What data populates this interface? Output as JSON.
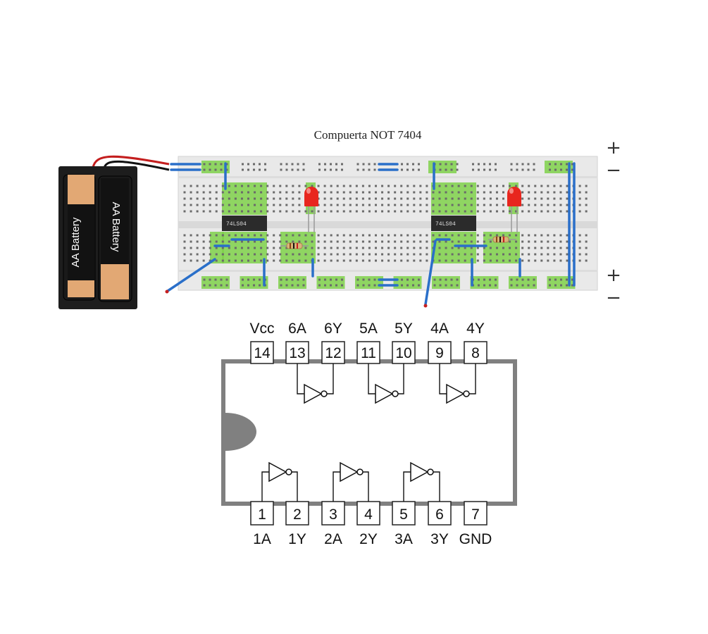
{
  "title": "Compuerta NOT 7404",
  "rails": {
    "plus": "+",
    "minus": "−"
  },
  "chips": [
    "74LS04",
    "74LS04"
  ],
  "batteries": [
    "AA Battery",
    "AA Battery"
  ],
  "pinout": {
    "top": [
      {
        "num": "14",
        "name": "Vcc"
      },
      {
        "num": "13",
        "name": "6A"
      },
      {
        "num": "12",
        "name": "6Y"
      },
      {
        "num": "11",
        "name": "5A"
      },
      {
        "num": "10",
        "name": "5Y"
      },
      {
        "num": "9",
        "name": "4A"
      },
      {
        "num": "8",
        "name": "4Y"
      }
    ],
    "bottom": [
      {
        "num": "1",
        "name": "1A"
      },
      {
        "num": "2",
        "name": "1Y"
      },
      {
        "num": "3",
        "name": "2A"
      },
      {
        "num": "4",
        "name": "2Y"
      },
      {
        "num": "5",
        "name": "3A"
      },
      {
        "num": "6",
        "name": "3Y"
      },
      {
        "num": "7",
        "name": "GND"
      }
    ]
  },
  "colors": {
    "board": "#e9e9e9",
    "hole": "#555555",
    "highlight": "#7fd14a",
    "wire": "#2a6fc9",
    "led": "#e8261e",
    "chip": "#2b2b2b",
    "battery_copper": "#e2a874",
    "ic_body": "#808080"
  }
}
